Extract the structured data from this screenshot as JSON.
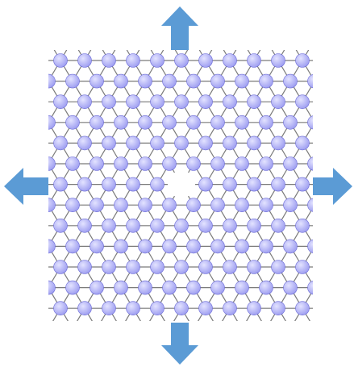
{
  "lattice": {
    "type": "triangular",
    "rows": 13,
    "columns": 11,
    "vacancy": {
      "row": 6,
      "column": 5
    },
    "bond_color": "#7a7a7a",
    "atom_fill": "#9b9bf0",
    "atom_highlight": "#e3e3ff",
    "atom_edge": "#6a6ad6"
  },
  "arrows": {
    "directions": [
      "up",
      "down",
      "left",
      "right"
    ],
    "meaning": "strain-outward",
    "color": "#5b9bd5"
  }
}
